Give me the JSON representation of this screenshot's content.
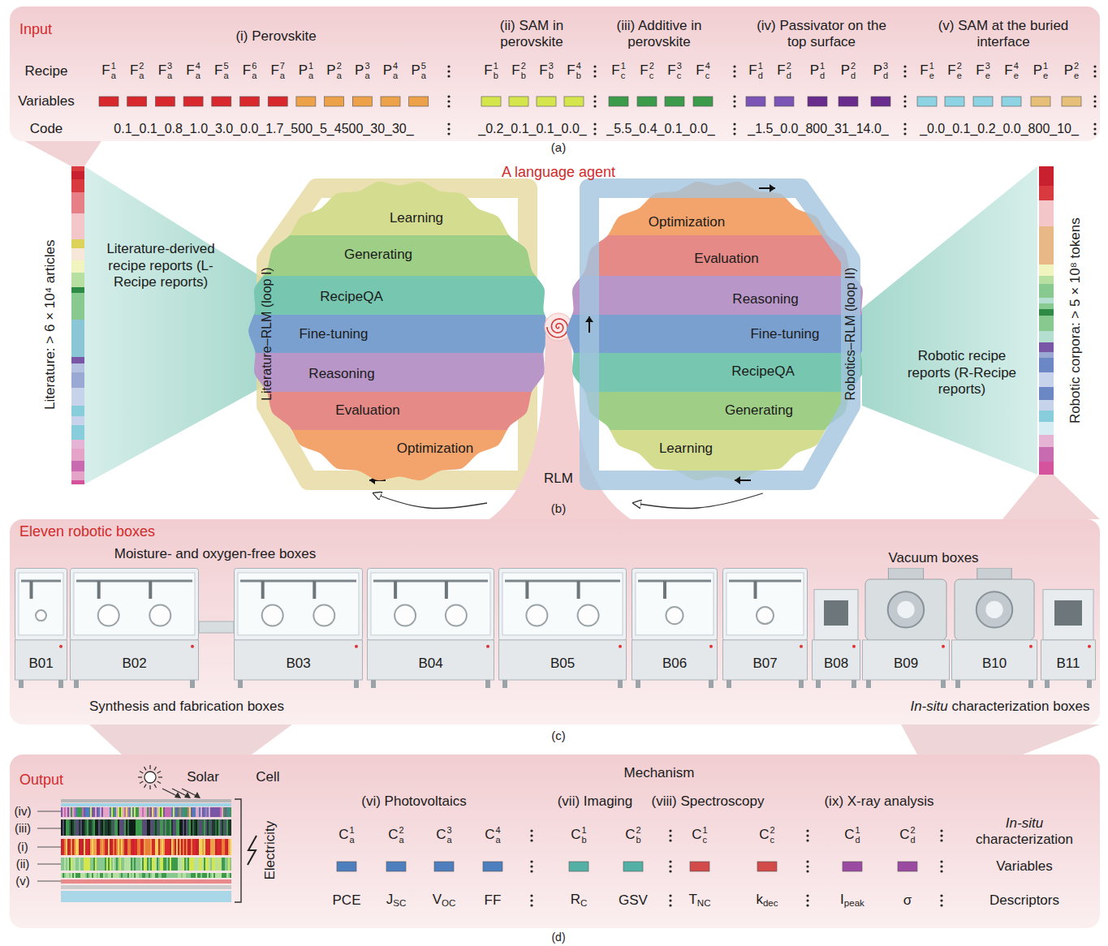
{
  "diagram": {
    "nodes": [
      {
        "text": [
          "Input"
        ]
      },
      {
        "text": [
          "Literature-derived recipe reports (L-Recipe reports)"
        ]
      },
      {
        "text": [
          "Literature–RLM (loop I)"
        ]
      },
      {
        "text": [
          "Learning"
        ]
      },
      {
        "text": [
          "Generating"
        ]
      },
      {
        "text": [
          "RecipeQA"
        ]
      },
      {
        "text": [
          "Fine-tuning"
        ]
      },
      {
        "text": [
          "Reasoning"
        ]
      },
      {
        "text": [
          "Evaluation"
        ]
      },
      {
        "text": [
          "Optimization"
        ]
      },
      {
        "text": [
          "RLM"
        ]
      },
      {
        "text": [
          "Optimization"
        ]
      },
      {
        "text": [
          "Evaluation"
        ]
      },
      {
        "text": [
          "Reasoning"
        ]
      },
      {
        "text": [
          "Fine-tuning"
        ]
      },
      {
        "text": [
          "RecipeQA"
        ]
      },
      {
        "text": [
          "Generating"
        ]
      },
      {
        "text": [
          "Learning"
        ]
      },
      {
        "text": [
          "Robotics–RLM (loop II)"
        ]
      },
      {
        "text": [
          "Robotic recipe reports (R-Recipe reports)"
        ]
      },
      {
        "text": [
          "Eleven robotic boxes"
        ]
      },
      {
        "text": [
          "B01"
        ],
        "in": 20
      },
      {
        "text": [
          "B02"
        ],
        "in": 20
      },
      {
        "text": [
          "B03"
        ],
        "in": 20
      },
      {
        "text": [
          "B04"
        ],
        "in": 20
      },
      {
        "text": [
          "B05"
        ],
        "in": 20
      },
      {
        "text": [
          "B06"
        ],
        "in": 20
      },
      {
        "text": [
          "B07"
        ],
        "in": 20
      },
      {
        "text": [
          "B08"
        ],
        "in": 20
      },
      {
        "text": [
          "B09"
        ],
        "in": 20
      },
      {
        "text": [
          "B10"
        ],
        "in": 20
      },
      {
        "text": [
          "B11"
        ],
        "in": 20
      },
      {
        "text": [
          "Output"
        ]
      }
    ],
    "edges": [
      {
        "from": 10,
        "to": 2,
        "arrow": "to"
      },
      {
        "from": 18,
        "to": 10,
        "arrow": "to"
      }
    ],
    "labels": [
      "(i) Perovskite",
      "(ii) SAM in perovskite",
      "(iii) Additive in perovskite",
      "(iv) Passivator on the top surface",
      "(v) SAM at the buried interface",
      "Recipe",
      "Variables",
      "Code",
      "Fa1",
      "Fa2",
      "Fa3",
      "Fa4",
      "Fa5",
      "Fa6",
      "Fa7",
      "Pa1",
      "Pa2",
      "Pa3",
      "Pa4",
      "Pa5",
      "Fb1",
      "Fb2",
      "Fb3",
      "Fb4",
      "Fc1",
      "Fc2",
      "Fc3",
      "Fc4",
      "Fd1",
      "Fd2",
      "Pd1",
      "Pd2",
      "Pd3",
      "Fe1",
      "Fe2",
      "Fe3",
      "Fe4",
      "Pe1",
      "Pe2",
      "0.1_0.1_0.8_1.0_3.0_0.0_1.7_500_5_4500_30_30_",
      "_0.2_0.1_0.1_0.0_",
      "_5.5_0.4_0.1_0.0_",
      "_1.5_0.0_800_31_14.0_",
      "_0.0_0.1_0.2_0.0_800_10_",
      "(a)",
      "A language agent",
      "Literature: > 6 × 10⁴ articles",
      "Robotic corpora: > 5 × 10⁸ tokens",
      "(b)",
      "Moisture- and oxygen-free boxes",
      "Vacuum boxes",
      "Synthesis and fabrication boxes",
      "In-situ characterization boxes",
      "(c)",
      "Solar",
      "Cell",
      "(iv)",
      "(iii)",
      "(i)",
      "(ii)",
      "(v)",
      "Electricity",
      "Mechanism",
      "(vi) Photovoltaics",
      "(vii) Imaging",
      "(viii) Spectroscopy",
      "(ix) X-ray analysis",
      "Ca1",
      "Ca2",
      "Ca3",
      "Ca4",
      "Cb1",
      "Cb2",
      "Cc1",
      "Cc2",
      "Cd1",
      "Cd2",
      "In-situ characterization",
      "Variables",
      "PCE",
      "JSC",
      "VOC",
      "FF",
      "RC",
      "GSV",
      "TNC",
      "kdec",
      "Ipeak",
      "σ",
      "Descriptors",
      "(d)"
    ]
  }
}
